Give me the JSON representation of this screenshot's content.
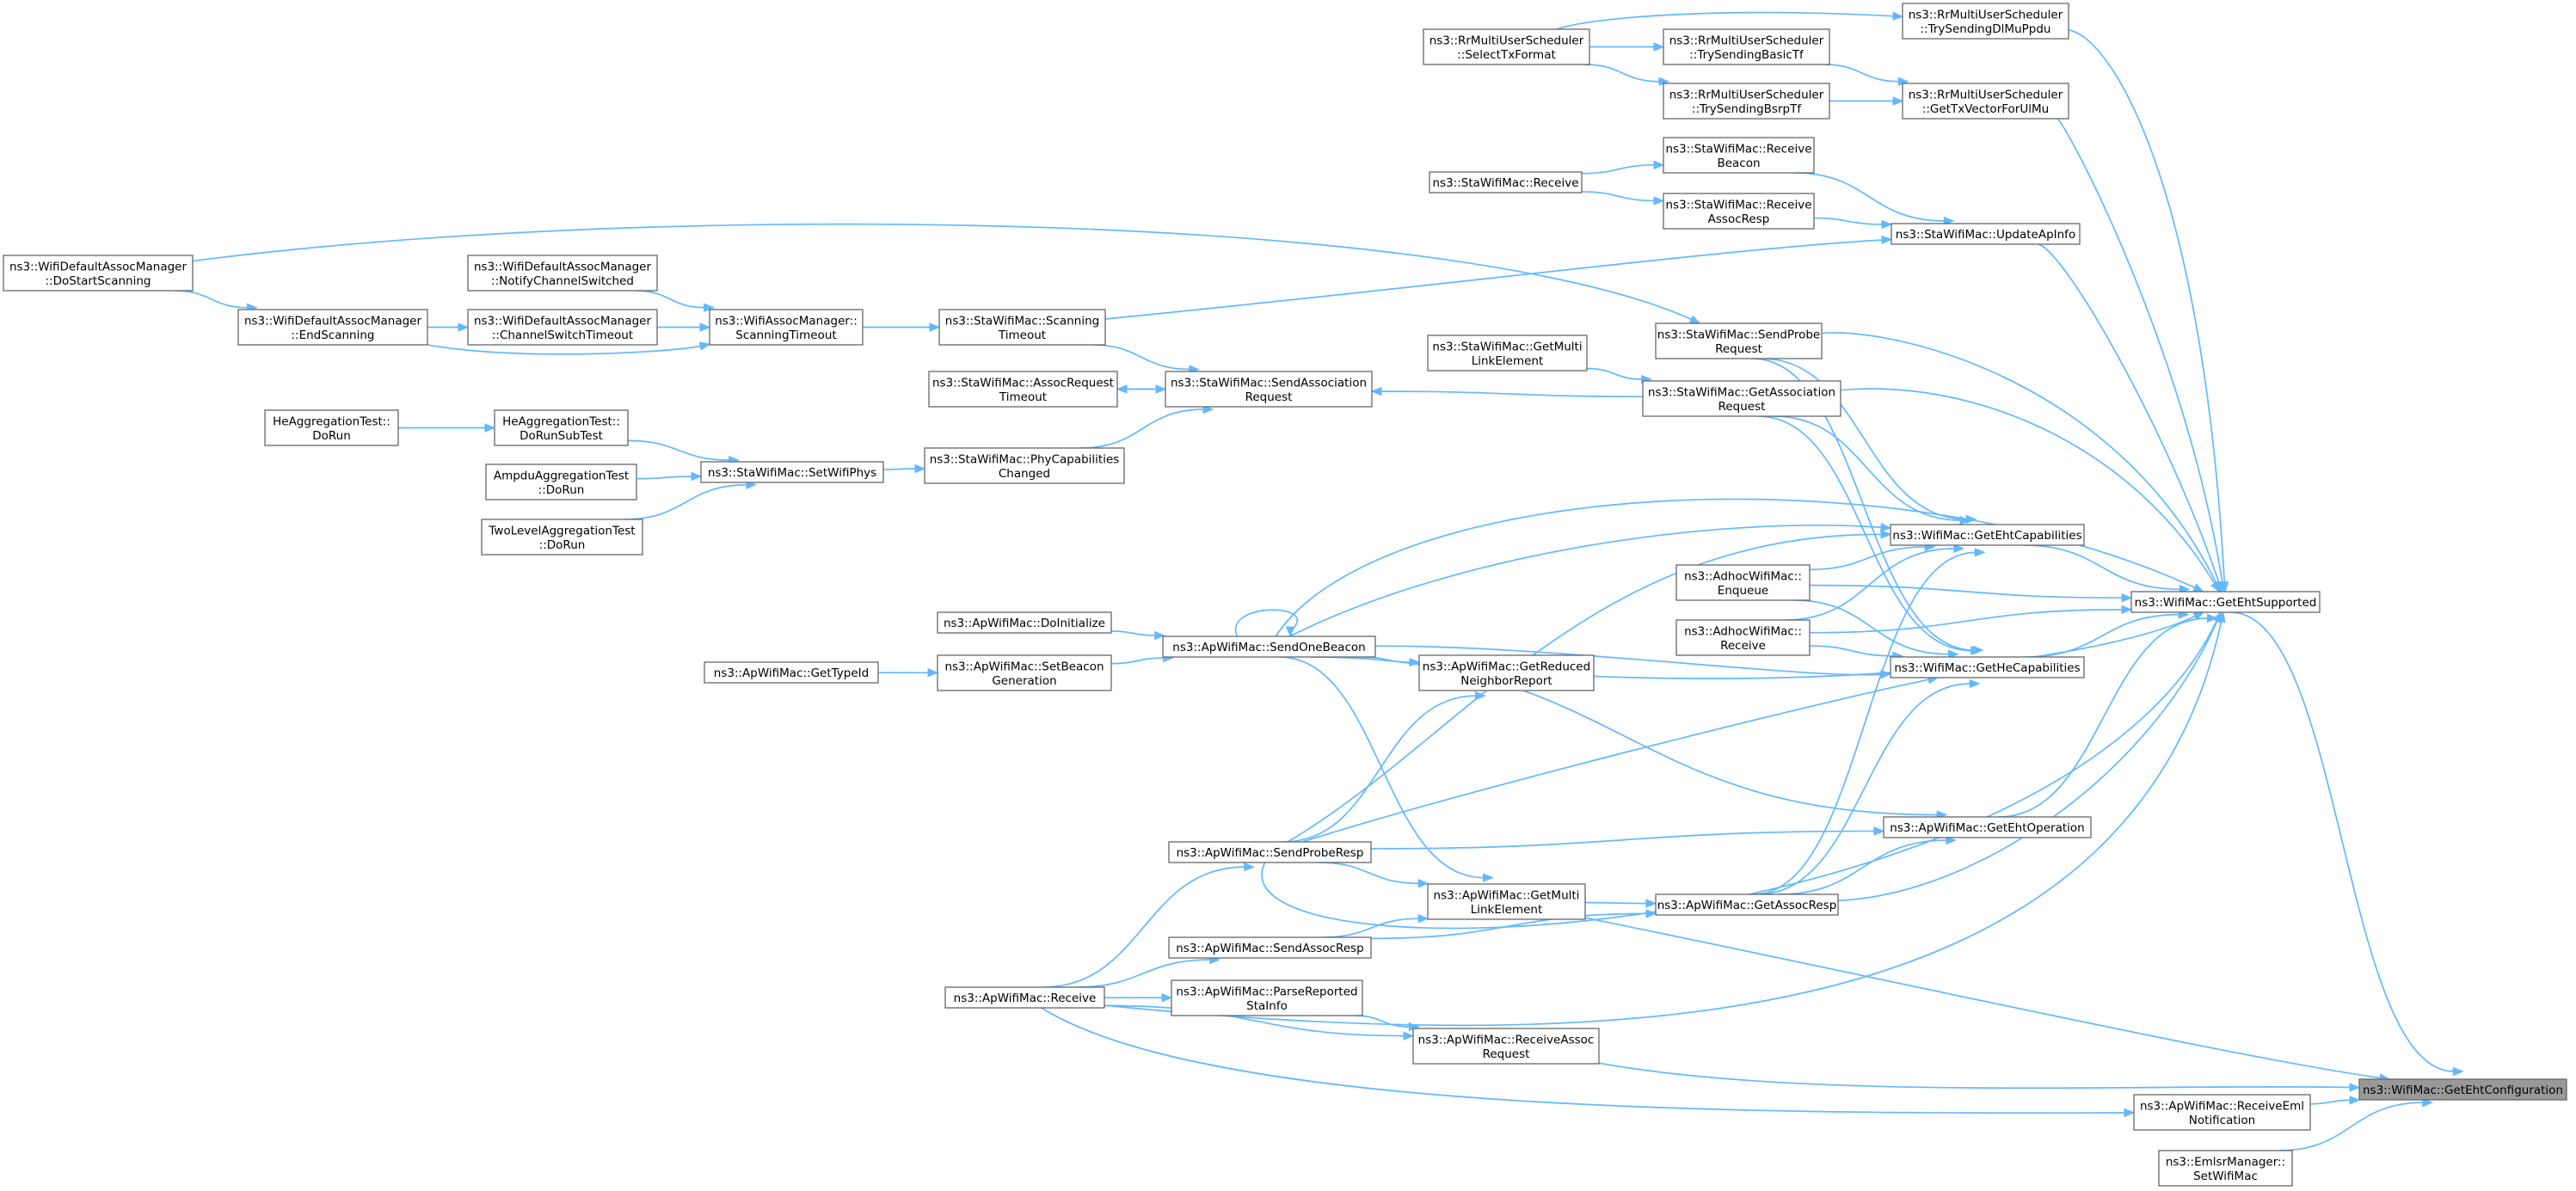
{
  "graph_type": "doxygen caller graph",
  "colors": {
    "edge": "#63b8ff",
    "node_border": "#666666",
    "node_fill": "#ffffff",
    "root_fill": "#999999"
  },
  "root_id": "n_GetEhtConfiguration",
  "nodes": [
    {
      "id": "n_GetEhtConfiguration",
      "lines": [
        "ns3::WifiMac::GetEhtConfiguration"
      ]
    },
    {
      "id": "n_GetEhtSupported",
      "lines": [
        "ns3::WifiMac::GetEhtSupported"
      ]
    },
    {
      "id": "n_ReceiveEmlNotification",
      "lines": [
        "ns3::ApWifiMac::ReceiveEml",
        "Notification"
      ]
    },
    {
      "id": "n_EmlsrSetWifiMac",
      "lines": [
        "ns3::EmlsrManager::",
        "SetWifiMac"
      ]
    },
    {
      "id": "n_TrySendingDlMuPpdu",
      "lines": [
        "ns3::RrMultiUserScheduler",
        "::TrySendingDlMuPpdu"
      ]
    },
    {
      "id": "n_GetTxVectorForUlMu",
      "lines": [
        "ns3::RrMultiUserScheduler",
        "::GetTxVectorForUlMu"
      ]
    },
    {
      "id": "n_TrySendingBasicTf",
      "lines": [
        "ns3::RrMultiUserScheduler",
        "::TrySendingBasicTf"
      ]
    },
    {
      "id": "n_TrySendingBsrpTf",
      "lines": [
        "ns3::RrMultiUserScheduler",
        "::TrySendingBsrpTf"
      ]
    },
    {
      "id": "n_SelectTxFormat",
      "lines": [
        "ns3::RrMultiUserScheduler",
        "::SelectTxFormat"
      ]
    },
    {
      "id": "n_UpdateApInfo",
      "lines": [
        "ns3::StaWifiMac::UpdateApInfo"
      ]
    },
    {
      "id": "n_ReceiveBeacon",
      "lines": [
        "ns3::StaWifiMac::Receive",
        "Beacon"
      ]
    },
    {
      "id": "n_ReceiveAssocResp",
      "lines": [
        "ns3::StaWifiMac::Receive",
        "AssocResp"
      ]
    },
    {
      "id": "n_StaReceive",
      "lines": [
        "ns3::StaWifiMac::Receive"
      ]
    },
    {
      "id": "n_DoStartScanning",
      "lines": [
        "ns3::WifiDefaultAssocManager",
        "::DoStartScanning"
      ]
    },
    {
      "id": "n_NotifyChannelSwitched",
      "lines": [
        "ns3::WifiDefaultAssocManager",
        "::NotifyChannelSwitched"
      ]
    },
    {
      "id": "n_EndScanning",
      "lines": [
        "ns3::WifiDefaultAssocManager",
        "::EndScanning"
      ]
    },
    {
      "id": "n_ChannelSwitchTimeout",
      "lines": [
        "ns3::WifiDefaultAssocManager",
        "::ChannelSwitchTimeout"
      ]
    },
    {
      "id": "n_AssocScanningTimeout",
      "lines": [
        "ns3::WifiAssocManager::",
        "ScanningTimeout"
      ]
    },
    {
      "id": "n_StaScanningTimeout",
      "lines": [
        "ns3::StaWifiMac::Scanning",
        "Timeout"
      ]
    },
    {
      "id": "n_SendProbeRequest",
      "lines": [
        "ns3::StaWifiMac::SendProbe",
        "Request"
      ]
    },
    {
      "id": "n_StaGetMultiLinkElement",
      "lines": [
        "ns3::StaWifiMac::GetMulti",
        "LinkElement"
      ]
    },
    {
      "id": "n_AssocRequestTimeout",
      "lines": [
        "ns3::StaWifiMac::AssocRequest",
        "Timeout"
      ]
    },
    {
      "id": "n_SendAssociationRequest",
      "lines": [
        "ns3::StaWifiMac::SendAssociation",
        "Request"
      ]
    },
    {
      "id": "n_GetAssociationRequest",
      "lines": [
        "ns3::StaWifiMac::GetAssociation",
        "Request"
      ]
    },
    {
      "id": "n_HeDoRun",
      "lines": [
        "HeAggregationTest::",
        "DoRun"
      ]
    },
    {
      "id": "n_HeDoRunSubTest",
      "lines": [
        "HeAggregationTest::",
        "DoRunSubTest"
      ]
    },
    {
      "id": "n_AmpduDoRun",
      "lines": [
        "AmpduAggregationTest",
        "::DoRun"
      ]
    },
    {
      "id": "n_TwoLevelDoRun",
      "lines": [
        "TwoLevelAggregationTest",
        "::DoRun"
      ]
    },
    {
      "id": "n_SetWifiPhys",
      "lines": [
        "ns3::StaWifiMac::SetWifiPhys"
      ]
    },
    {
      "id": "n_PhyCapabilitiesChanged",
      "lines": [
        "ns3::StaWifiMac::PhyCapabilities",
        "Changed"
      ]
    },
    {
      "id": "n_GetEhtCapabilities",
      "lines": [
        "ns3::WifiMac::GetEhtCapabilities"
      ]
    },
    {
      "id": "n_AdhocEnqueue",
      "lines": [
        "ns3::AdhocWifiMac::",
        "Enqueue"
      ]
    },
    {
      "id": "n_AdhocReceive",
      "lines": [
        "ns3::AdhocWifiMac::",
        "Receive"
      ]
    },
    {
      "id": "n_GetHeCapabilities",
      "lines": [
        "ns3::WifiMac::GetHeCapabilities"
      ]
    },
    {
      "id": "n_DoInitialize",
      "lines": [
        "ns3::ApWifiMac::DoInitialize"
      ]
    },
    {
      "id": "n_SendOneBeacon",
      "lines": [
        "ns3::ApWifiMac::SendOneBeacon"
      ]
    },
    {
      "id": "n_GetTypeId",
      "lines": [
        "ns3::ApWifiMac::GetTypeId"
      ]
    },
    {
      "id": "n_SetBeaconGeneration",
      "lines": [
        "ns3::ApWifiMac::SetBeacon",
        "Generation"
      ]
    },
    {
      "id": "n_GetReducedNeighborReport",
      "lines": [
        "ns3::ApWifiMac::GetReduced",
        "NeighborReport"
      ]
    },
    {
      "id": "n_GetEhtOperation",
      "lines": [
        "ns3::ApWifiMac::GetEhtOperation"
      ]
    },
    {
      "id": "n_SendProbeResp",
      "lines": [
        "ns3::ApWifiMac::SendProbeResp"
      ]
    },
    {
      "id": "n_ApGetMultiLinkElement",
      "lines": [
        "ns3::ApWifiMac::GetMulti",
        "LinkElement"
      ]
    },
    {
      "id": "n_GetAssocResp",
      "lines": [
        "ns3::ApWifiMac::GetAssocResp"
      ]
    },
    {
      "id": "n_SendAssocResp",
      "lines": [
        "ns3::ApWifiMac::SendAssocResp"
      ]
    },
    {
      "id": "n_ApReceive",
      "lines": [
        "ns3::ApWifiMac::Receive"
      ]
    },
    {
      "id": "n_ParseReportedStaInfo",
      "lines": [
        "ns3::ApWifiMac::ParseReported",
        "StaInfo"
      ]
    },
    {
      "id": "n_ReceiveAssocRequest",
      "lines": [
        "ns3::ApWifiMac::ReceiveAssoc",
        "Request"
      ]
    }
  ],
  "edges": [
    [
      "n_GetEhtSupported",
      "n_GetEhtConfiguration"
    ],
    [
      "n_ReceiveEmlNotification",
      "n_GetEhtConfiguration"
    ],
    [
      "n_EmlsrSetWifiMac",
      "n_GetEhtConfiguration"
    ],
    [
      "n_ApGetMultiLinkElement",
      "n_GetEhtConfiguration"
    ],
    [
      "n_ReceiveAssocRequest",
      "n_GetEhtConfiguration"
    ],
    [
      "n_TrySendingDlMuPpdu",
      "n_GetEhtSupported"
    ],
    [
      "n_GetTxVectorForUlMu",
      "n_GetEhtSupported"
    ],
    [
      "n_UpdateApInfo",
      "n_GetEhtSupported"
    ],
    [
      "n_SendProbeRequest",
      "n_GetEhtSupported"
    ],
    [
      "n_GetAssociationRequest",
      "n_GetEhtSupported"
    ],
    [
      "n_GetEhtCapabilities",
      "n_GetEhtSupported"
    ],
    [
      "n_AdhocEnqueue",
      "n_GetEhtSupported"
    ],
    [
      "n_AdhocReceive",
      "n_GetEhtSupported"
    ],
    [
      "n_GetHeCapabilities",
      "n_GetEhtSupported"
    ],
    [
      "n_SendOneBeacon",
      "n_GetEhtSupported"
    ],
    [
      "n_GetReducedNeighborReport",
      "n_GetEhtSupported"
    ],
    [
      "n_GetEhtOperation",
      "n_GetEhtSupported"
    ],
    [
      "n_GetAssocResp",
      "n_GetEhtSupported"
    ],
    [
      "n_SendProbeResp",
      "n_GetEhtSupported"
    ],
    [
      "n_ApReceive",
      "n_GetEhtSupported"
    ],
    [
      "n_SelectTxFormat",
      "n_TrySendingDlMuPpdu"
    ],
    [
      "n_TrySendingBasicTf",
      "n_GetTxVectorForUlMu"
    ],
    [
      "n_TrySendingBsrpTf",
      "n_GetTxVectorForUlMu"
    ],
    [
      "n_SelectTxFormat",
      "n_TrySendingBasicTf"
    ],
    [
      "n_SelectTxFormat",
      "n_TrySendingBsrpTf"
    ],
    [
      "n_ReceiveBeacon",
      "n_UpdateApInfo"
    ],
    [
      "n_ReceiveAssocResp",
      "n_UpdateApInfo"
    ],
    [
      "n_StaScanningTimeout",
      "n_UpdateApInfo"
    ],
    [
      "n_StaReceive",
      "n_ReceiveBeacon"
    ],
    [
      "n_StaReceive",
      "n_ReceiveAssocResp"
    ],
    [
      "n_DoStartScanning",
      "n_SendProbeRequest"
    ],
    [
      "n_DoStartScanning",
      "n_EndScanning"
    ],
    [
      "n_EndScanning",
      "n_ChannelSwitchTimeout"
    ],
    [
      "n_NotifyChannelSwitched",
      "n_AssocScanningTimeout"
    ],
    [
      "n_EndScanning",
      "n_AssocScanningTimeout"
    ],
    [
      "n_ChannelSwitchTimeout",
      "n_AssocScanningTimeout"
    ],
    [
      "n_AssocScanningTimeout",
      "n_StaScanningTimeout"
    ],
    [
      "n_StaScanningTimeout",
      "n_SendAssociationRequest"
    ],
    [
      "n_SendAssociationRequest",
      "n_AssocRequestTimeout"
    ],
    [
      "n_AssocRequestTimeout",
      "n_SendAssociationRequest"
    ],
    [
      "n_GetAssociationRequest",
      "n_SendAssociationRequest"
    ],
    [
      "n_StaGetMultiLinkElement",
      "n_GetAssociationRequest"
    ],
    [
      "n_PhyCapabilitiesChanged",
      "n_SendAssociationRequest"
    ],
    [
      "n_HeDoRun",
      "n_HeDoRunSubTest"
    ],
    [
      "n_HeDoRunSubTest",
      "n_SetWifiPhys"
    ],
    [
      "n_AmpduDoRun",
      "n_SetWifiPhys"
    ],
    [
      "n_TwoLevelDoRun",
      "n_SetWifiPhys"
    ],
    [
      "n_SetWifiPhys",
      "n_PhyCapabilitiesChanged"
    ],
    [
      "n_SendProbeRequest",
      "n_GetEhtCapabilities"
    ],
    [
      "n_GetAssociationRequest",
      "n_GetEhtCapabilities"
    ],
    [
      "n_AdhocEnqueue",
      "n_GetEhtCapabilities"
    ],
    [
      "n_AdhocReceive",
      "n_GetEhtCapabilities"
    ],
    [
      "n_SendOneBeacon",
      "n_GetEhtCapabilities"
    ],
    [
      "n_SendProbeResp",
      "n_GetEhtCapabilities"
    ],
    [
      "n_GetAssocResp",
      "n_GetEhtCapabilities"
    ],
    [
      "n_SendProbeRequest",
      "n_GetHeCapabilities"
    ],
    [
      "n_GetAssociationRequest",
      "n_GetHeCapabilities"
    ],
    [
      "n_AdhocEnqueue",
      "n_GetHeCapabilities"
    ],
    [
      "n_AdhocReceive",
      "n_GetHeCapabilities"
    ],
    [
      "n_SendOneBeacon",
      "n_GetHeCapabilities"
    ],
    [
      "n_SendProbeResp",
      "n_GetHeCapabilities"
    ],
    [
      "n_GetAssocResp",
      "n_GetHeCapabilities"
    ],
    [
      "n_DoInitialize",
      "n_SendOneBeacon"
    ],
    [
      "n_SetBeaconGeneration",
      "n_SendOneBeacon"
    ],
    [
      "n_SendOneBeacon",
      "n_SendOneBeacon"
    ],
    [
      "n_GetTypeId",
      "n_SetBeaconGeneration"
    ],
    [
      "n_SendOneBeacon",
      "n_GetReducedNeighborReport"
    ],
    [
      "n_SendProbeResp",
      "n_GetReducedNeighborReport"
    ],
    [
      "n_SendOneBeacon",
      "n_GetEhtOperation"
    ],
    [
      "n_SendProbeResp",
      "n_GetEhtOperation"
    ],
    [
      "n_GetAssocResp",
      "n_GetEhtOperation"
    ],
    [
      "n_SendOneBeacon",
      "n_ApGetMultiLinkElement"
    ],
    [
      "n_SendProbeResp",
      "n_ApGetMultiLinkElement"
    ],
    [
      "n_SendAssocResp",
      "n_ApGetMultiLinkElement"
    ],
    [
      "n_ApGetMultiLinkElement",
      "n_GetAssocResp"
    ],
    [
      "n_SendAssocResp",
      "n_GetAssocResp"
    ],
    [
      "n_ApReceive",
      "n_SendProbeResp"
    ],
    [
      "n_ApReceive",
      "n_SendAssocResp"
    ],
    [
      "n_ApReceive",
      "n_ParseReportedStaInfo"
    ],
    [
      "n_ApReceive",
      "n_ReceiveAssocRequest"
    ],
    [
      "n_ParseReportedStaInfo",
      "n_ReceiveAssocRequest"
    ],
    [
      "n_ApReceive",
      "n_ReceiveEmlNotification"
    ]
  ]
}
